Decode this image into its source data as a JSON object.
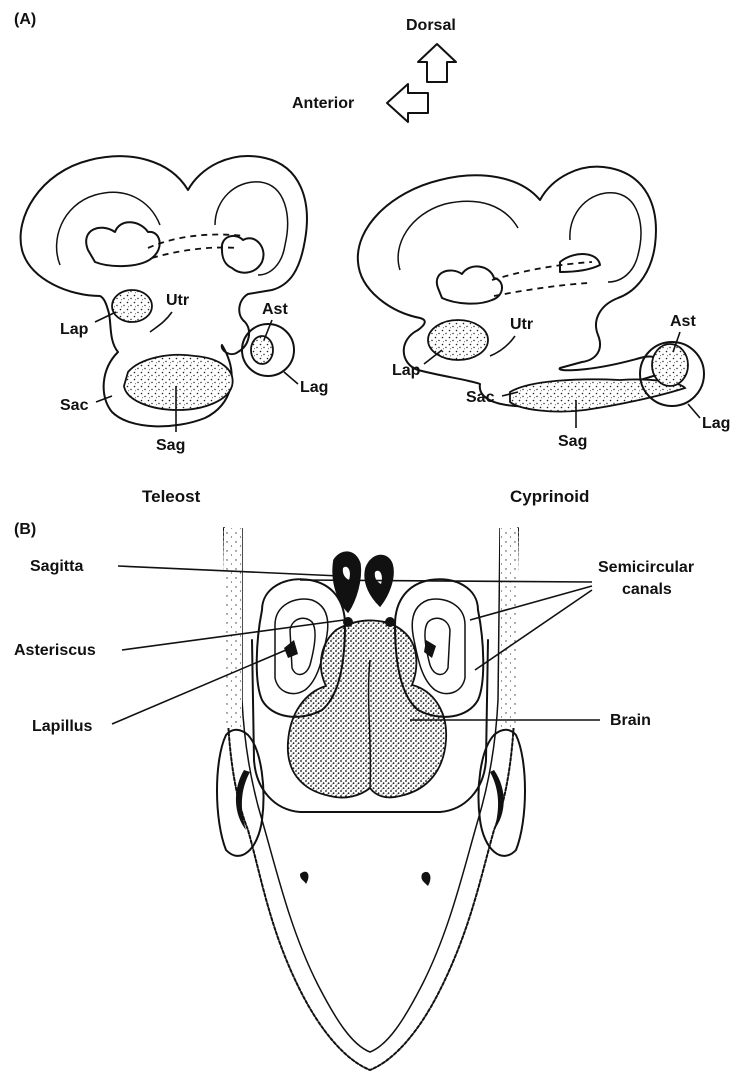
{
  "panel_a": {
    "panel_label": "(A)",
    "orientation": {
      "dorsal": "Dorsal",
      "anterior": "Anterior"
    },
    "teleost": {
      "caption": "Teleost",
      "labels": {
        "utr": "Utr",
        "lap": "Lap",
        "ast": "Ast",
        "lag": "Lag",
        "sac": "Sac",
        "sag": "Sag"
      }
    },
    "cyprinoid": {
      "caption": "Cyprinoid",
      "labels": {
        "utr": "Utr",
        "lap": "Lap",
        "ast": "Ast",
        "lag": "Lag",
        "sac": "Sac",
        "sag": "Sag"
      }
    }
  },
  "panel_b": {
    "panel_label": "(B)",
    "labels": {
      "sagitta": "Sagitta",
      "asteriscus": "Asteriscus",
      "lapillus": "Lapillus",
      "semicircular_line1": "Semicircular",
      "semicircular_line2": "canals",
      "brain": "Brain"
    }
  }
}
